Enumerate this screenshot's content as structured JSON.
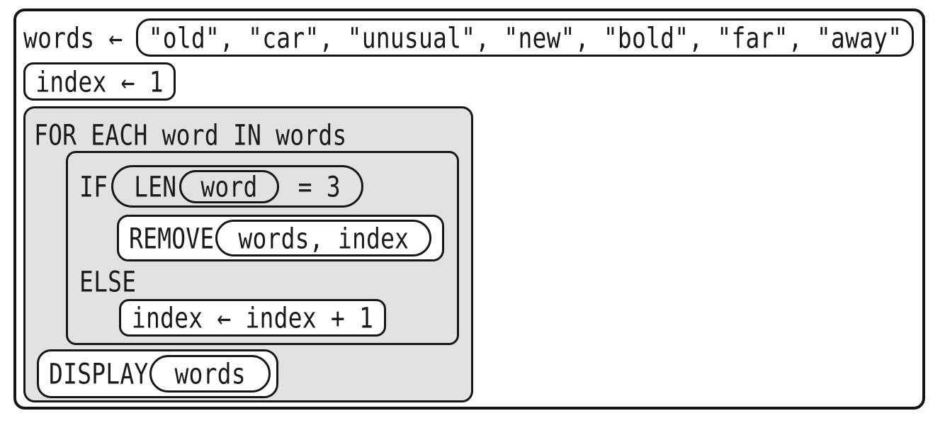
{
  "colors": {
    "block_fill": "#e3e2e0",
    "border": "#161616",
    "box_fill": "#ffffff",
    "text": "#1a1a1a"
  },
  "code": {
    "words_assign_label": "words ←",
    "words_list": "\"old\", \"car\", \"unusual\", \"new\", \"bold\", \"far\", \"away\"",
    "index_assign": "index ← 1",
    "for_header": "FOR EACH word IN words",
    "if_keyword": "IF",
    "len_keyword": "LEN",
    "len_argument": "word",
    "comparison": "= 3",
    "remove_keyword": "REMOVE",
    "remove_arguments": "words, index",
    "else_keyword": "ELSE",
    "increment_statement": "index ← index + 1",
    "display_keyword": "DISPLAY",
    "display_argument": "words"
  }
}
